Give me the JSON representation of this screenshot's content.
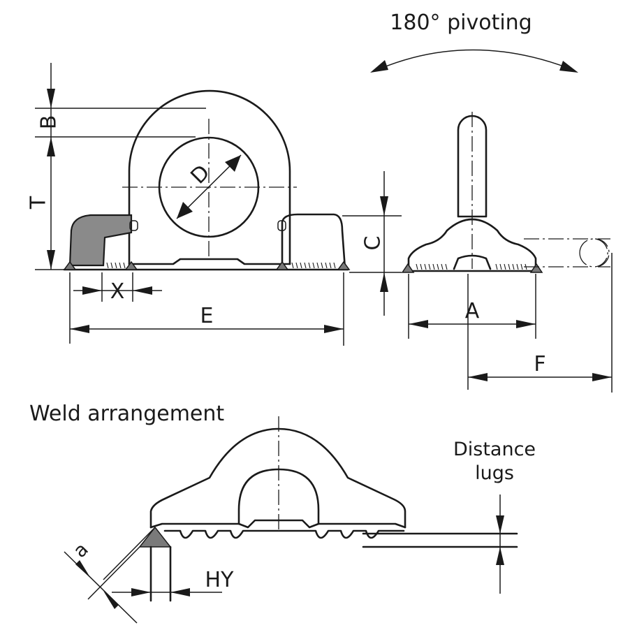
{
  "labels": {
    "pivoting": "180° pivoting",
    "weld_arrangement": "Weld arrangement",
    "distance_lugs_line1": "Distance",
    "distance_lugs_line2": "lugs",
    "dim_b": "B",
    "dim_t": "T",
    "dim_d": "D",
    "dim_x": "X",
    "dim_e": "E",
    "dim_c": "C",
    "dim_a": "A",
    "dim_f": "F",
    "dim_a_weld": "a",
    "dim_hy": "HY"
  },
  "colors": {
    "line": "#1a1a1a",
    "weld_fill": "#7a7a7a",
    "background": "#ffffff"
  }
}
